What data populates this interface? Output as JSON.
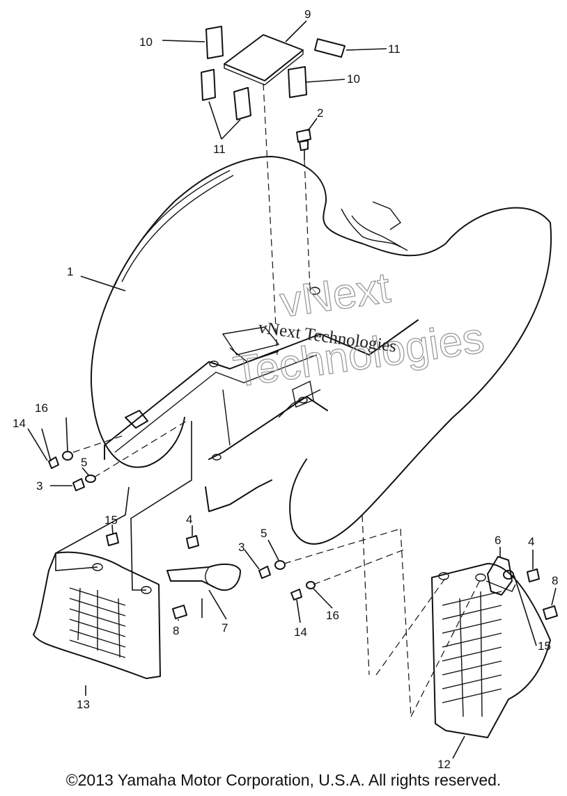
{
  "callouts": [
    "1",
    "2",
    "3",
    "4",
    "5",
    "6",
    "7",
    "8",
    "9",
    "10",
    "11",
    "12",
    "13",
    "14",
    "15",
    "16"
  ],
  "watermark": {
    "line1": "vNext Technologies",
    "line2a": "vNext",
    "line2b": "Technologies"
  },
  "footer": {
    "copyright": "©2013 Yamaha Motor Corporation, U.S.A. All rights reserved."
  },
  "colors": {
    "ink": "#111111",
    "watermark": "#999999",
    "background": "#ffffff"
  }
}
